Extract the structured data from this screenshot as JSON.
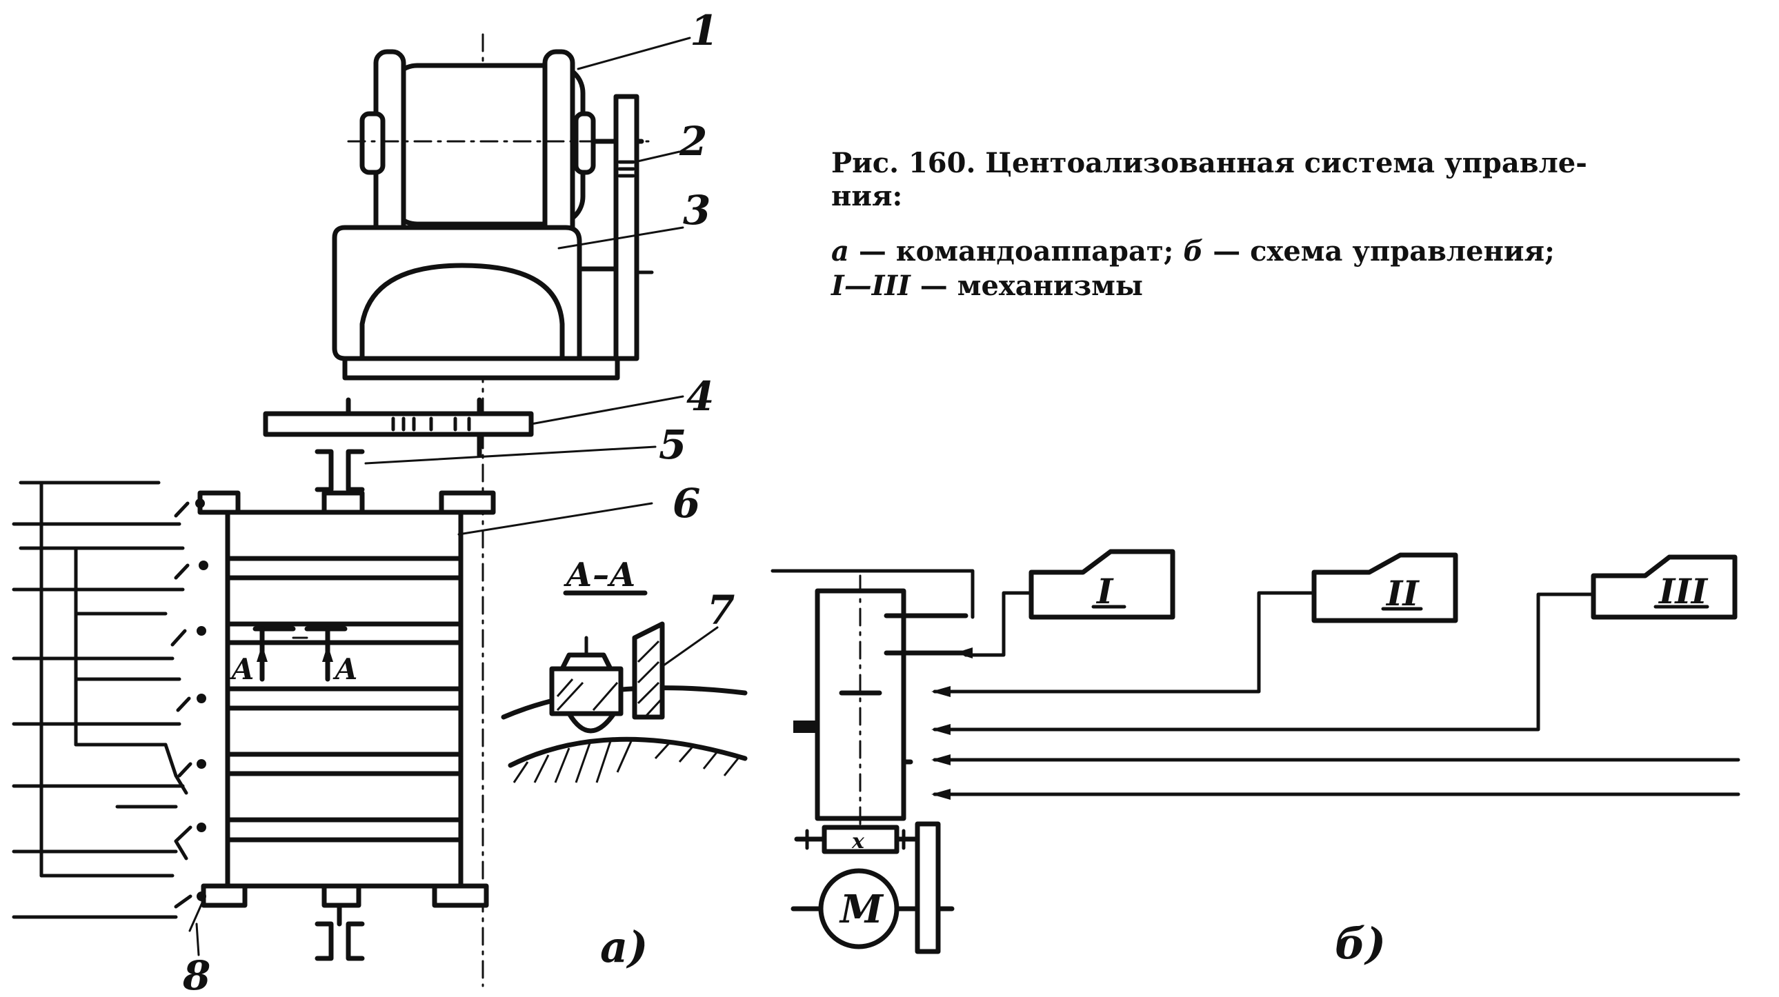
{
  "caption": {
    "line1": "Рис. 160. Центоализованная система управле-",
    "line2": "ния:",
    "a_letter": "а",
    "a_text": " — командоаппарат; ",
    "b_letter": "б",
    "b_text": " — схема управления;",
    "roman_range": "I—III",
    "roman_text": " — механизмы"
  },
  "callouts": {
    "n1": "1",
    "n2": "2",
    "n3": "3",
    "n4": "4",
    "n5": "5",
    "n6": "6",
    "n7": "7",
    "n8": "8"
  },
  "section": {
    "title": "А–А",
    "mark_left": "А",
    "mark_right": "А"
  },
  "subfigures": {
    "a": "а)",
    "b": "б)"
  },
  "mechanisms": {
    "m1": "I",
    "m2": "II",
    "m3": "III"
  },
  "motor": {
    "label": "М",
    "coupling": "х"
  },
  "colors": {
    "ink": "#111111",
    "paper": "#ffffff"
  }
}
